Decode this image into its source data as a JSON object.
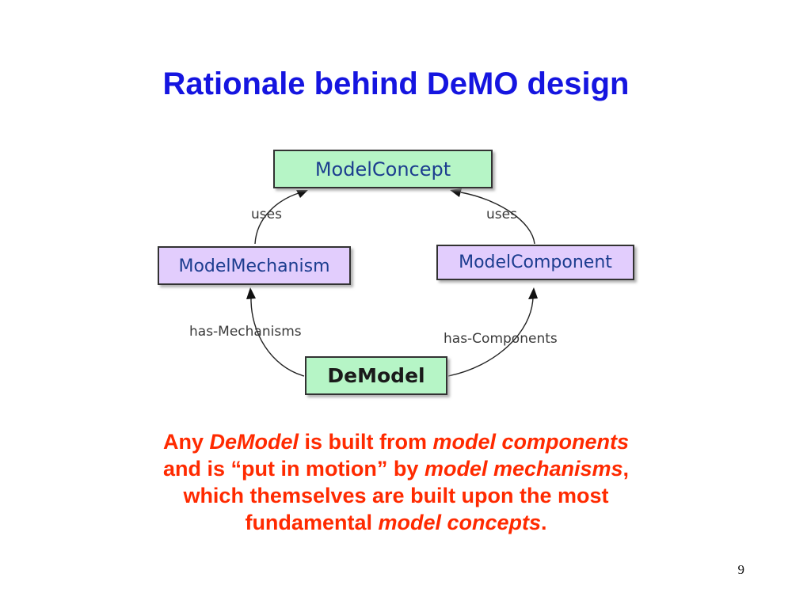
{
  "slide": {
    "title": "Rationale behind DeMO design",
    "page_number": "9"
  },
  "diagram": {
    "nodes": {
      "model_concept": "ModelConcept",
      "model_mechanism": "ModelMechanism",
      "model_component": "ModelComponent",
      "demodel": "DeModel"
    },
    "edges": {
      "mechanism_uses": "uses",
      "component_uses": "uses",
      "has_mechanisms": "has-Mechanisms",
      "has_components": "has-Components"
    }
  },
  "caption": {
    "p1": "Any ",
    "p2": "DeModel",
    "p3": " is built from ",
    "p4": "model components",
    "p5": "and is “put in motion” by ",
    "p6": "model mechanisms",
    "p7": ",",
    "p8": "which themselves are built upon the most",
    "p9": "fundamental ",
    "p10": "model concepts",
    "p11": "."
  },
  "colors": {
    "title": "#1515e0",
    "caption": "#ff2a00",
    "concept_fill": "#b6f5c6",
    "mechanism_fill": "#e2cdfd"
  }
}
